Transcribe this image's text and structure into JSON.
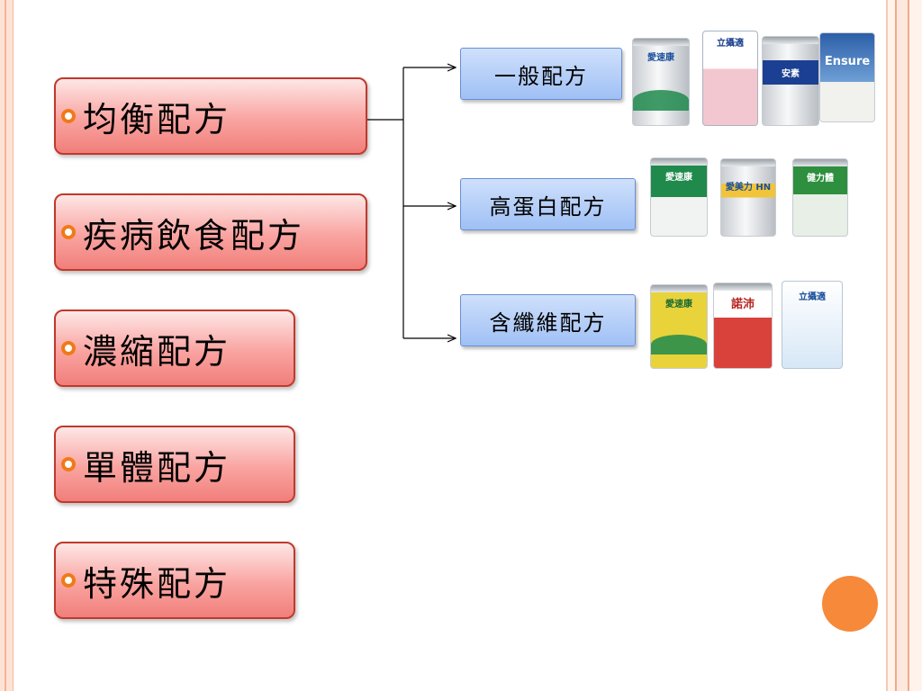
{
  "categories": [
    {
      "label": "均衡配方"
    },
    {
      "label": "疾病飲食配方"
    },
    {
      "label": "濃縮配方"
    },
    {
      "label": "單體配方"
    },
    {
      "label": "特殊配方"
    }
  ],
  "subtypes": [
    {
      "label": "一般配方"
    },
    {
      "label": "高蛋白配方"
    },
    {
      "label": "含纖維配方"
    }
  ],
  "products": {
    "general": [
      "愛速康",
      "立攝適",
      "安素",
      "Ensure"
    ],
    "high_protein": [
      "愛速康",
      "愛美力 HN",
      "健力體"
    ],
    "fiber": [
      "愛速康",
      "諾沛",
      "立攝適"
    ]
  },
  "colors": {
    "category_fill": "#f9a3a0",
    "category_border": "#c0392b",
    "bullet": "#f07a18",
    "subtype_fill": "#9fc0f5",
    "accent_circle": "#f7893a"
  }
}
